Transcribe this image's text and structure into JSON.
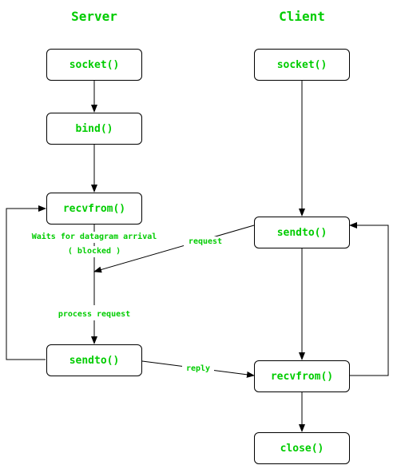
{
  "colors": {
    "accent": "#00cc00",
    "stroke": "#000000",
    "background": "#ffffff"
  },
  "server": {
    "title": "Server",
    "socket": "socket()",
    "bind": "bind()",
    "recvfrom": "recvfrom()",
    "sendto": "sendto()"
  },
  "client": {
    "title": "Client",
    "socket": "socket()",
    "sendto": "sendto()",
    "recvfrom": "recvfrom()",
    "close": "close()"
  },
  "labels": {
    "waits": "Waits for datagram arrival",
    "blocked": "( blocked )",
    "process_request": "process request",
    "request": "request",
    "reply": "reply"
  }
}
